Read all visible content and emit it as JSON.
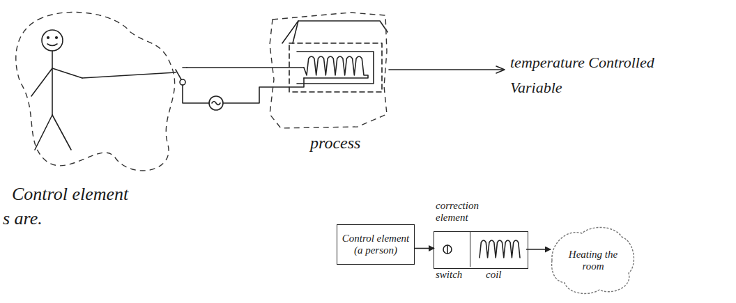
{
  "diagram": {
    "nodes": [
      {
        "text": [
          "Control element"
        ]
      },
      {
        "text": [
          "process"
        ]
      },
      {
        "text": [
          "Control element (a person)"
        ]
      },
      {
        "text": [
          "correction element"
        ]
      },
      {
        "text": [
          "switch"
        ],
        "in": 3
      },
      {
        "text": [
          "coil"
        ],
        "in": 3
      },
      {
        "text": [
          "Heating the room"
        ]
      }
    ],
    "edges": [
      {
        "from": 2,
        "to": 4,
        "arrow": "to"
      },
      {
        "from": 5,
        "to": 6,
        "arrow": "to"
      }
    ],
    "labels": [
      "temperature Controlled Variable",
      "s are."
    ]
  }
}
